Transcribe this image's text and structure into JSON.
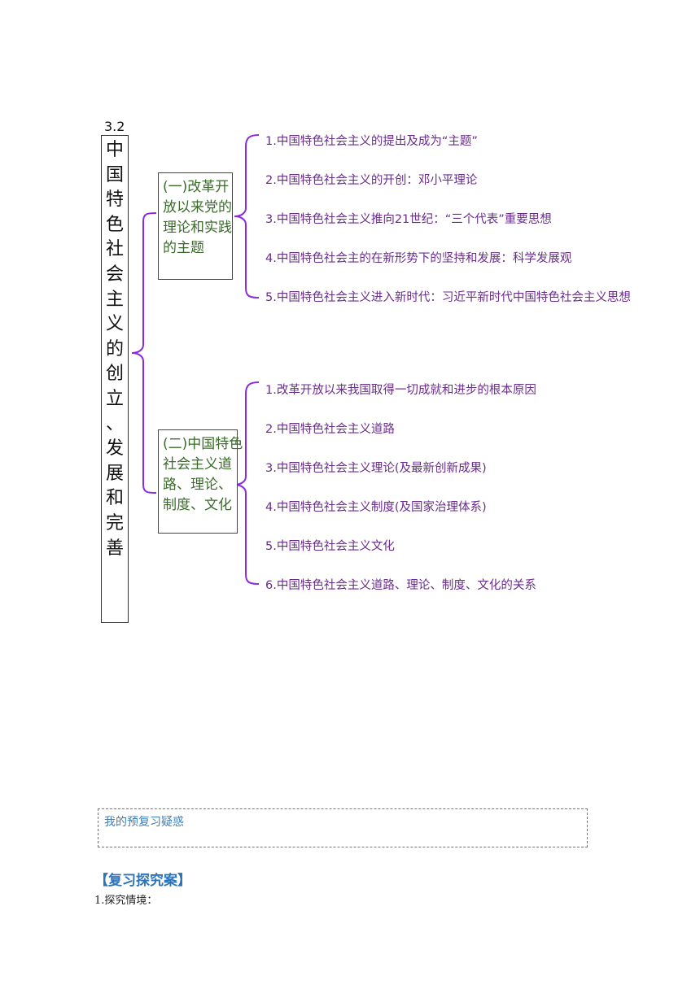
{
  "root": {
    "number": "3.2",
    "title": "中\n国\n特\n色\n社\n会\n主\n义\n的\n创\n立\n、\n发\n展\n和\n完\n善"
  },
  "branches": [
    {
      "label": "(一)改革开\n放以来党的\n理论和实践\n的主题",
      "items": [
        "1.中国特色社会主义的提出及成为“主题”",
        "2.中国特色社会主义的开创：邓小平理论",
        "3.中国特色社会主义推向21世纪：“三个代表”重要思想",
        "4.中国特色社会主的在新形势下的坚持和发展：科学发展观",
        "5.中国特色社会主义进入新时代：习近平新时代中国特色社会主义思想"
      ]
    },
    {
      "label": "(二)中国特色\n社会主义道\n路、理论、\n制度、文化",
      "items": [
        "1.改革开放以来我国取得一切成就和进步的根本原因",
        "2.中国特色社会主义道路",
        "3.中国特色社会主义理论(及最新创新成果)",
        "4.中国特色社会主义制度(及国家治理体系)",
        "5.中国特色社会主义文化",
        "6.中国特色社会主义道路、理论、制度、文化的关系"
      ]
    }
  ],
  "doubt_box": {
    "label": "我的预复习疑惑"
  },
  "section": {
    "title": "【复习探究案】"
  },
  "first_item": "1.探究情境：",
  "colors": {
    "bracket": "#8a2be2",
    "leaf_text": "#6a2c8c",
    "branch_text": "#3a6b2a",
    "section_title": "#2f73b8"
  }
}
